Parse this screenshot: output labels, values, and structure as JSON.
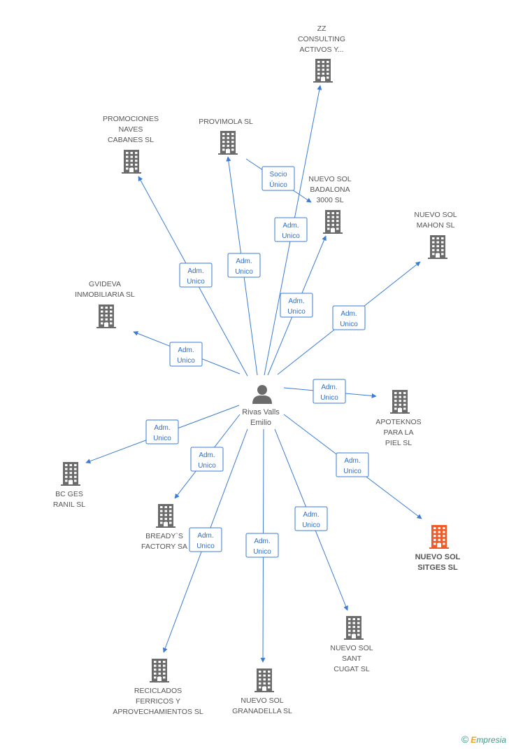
{
  "person": {
    "name_line1": "Rivas Valls",
    "name_line2": "Emilio",
    "icon": "person-icon"
  },
  "companies": [
    {
      "id": "zz",
      "lines": [
        "ZZ",
        "CONSULTING",
        "ACTIVOS Y..."
      ],
      "icon": "building-icon"
    },
    {
      "id": "promociones",
      "lines": [
        "PROMOCIONES",
        "NAVES",
        "CABANES SL"
      ],
      "icon": "building-icon"
    },
    {
      "id": "provimola",
      "lines": [
        "PROVIMOLA SL"
      ],
      "icon": "building-icon"
    },
    {
      "id": "badalona",
      "lines": [
        "NUEVO SOL",
        "BADALONA",
        "3000 SL"
      ],
      "icon": "building-icon"
    },
    {
      "id": "mahon",
      "lines": [
        "NUEVO SOL",
        "MAHON SL"
      ],
      "icon": "building-icon"
    },
    {
      "id": "gvideva",
      "lines": [
        "GVIDEVA",
        "INMOBILIARIA SL"
      ],
      "icon": "building-icon"
    },
    {
      "id": "apoteknos",
      "lines": [
        "APOTEKNOS",
        "PARA LA",
        "PIEL SL"
      ],
      "icon": "building-icon"
    },
    {
      "id": "bcges",
      "lines": [
        "BC GES",
        "RANIL SL"
      ],
      "icon": "building-icon"
    },
    {
      "id": "bready",
      "lines": [
        "BREADY`S",
        "FACTORY SA"
      ],
      "icon": "building-icon"
    },
    {
      "id": "sitges",
      "lines": [
        "NUEVO SOL",
        "SITGES SL"
      ],
      "icon": "building-icon",
      "highlight": true
    },
    {
      "id": "sant_cugat",
      "lines": [
        "NUEVO SOL",
        "SANT",
        "CUGAT SL"
      ],
      "icon": "building-icon"
    },
    {
      "id": "reciclados",
      "lines": [
        "RECICLADOS",
        "FERRICOS Y",
        "APROVECHAMIENTOS SL"
      ],
      "icon": "building-icon"
    },
    {
      "id": "granadella",
      "lines": [
        "NUEVO SOL",
        "GRANADELLA SL"
      ],
      "icon": "building-icon"
    }
  ],
  "relations": [
    {
      "to": "zz",
      "role": [
        "Adm.",
        "Unico"
      ]
    },
    {
      "to": "promociones",
      "role": [
        "Adm.",
        "Unico"
      ]
    },
    {
      "to": "provimola",
      "role": [
        "Adm.",
        "Unico"
      ]
    },
    {
      "to": "badalona",
      "role": [
        "Adm.",
        "Unico"
      ]
    },
    {
      "to": "mahon",
      "role": [
        "Adm.",
        "Unico"
      ]
    },
    {
      "to": "gvideva",
      "role": [
        "Adm.",
        "Unico"
      ]
    },
    {
      "to": "apoteknos",
      "role": [
        "Adm.",
        "Unico"
      ]
    },
    {
      "to": "bcges",
      "role": [
        "Adm.",
        "Unico"
      ]
    },
    {
      "to": "bready",
      "role": [
        "Adm.",
        "Unico"
      ]
    },
    {
      "to": "sitges",
      "role": [
        "Adm.",
        "Unico"
      ]
    },
    {
      "to": "sant_cugat",
      "role": [
        "Adm.",
        "Unico"
      ]
    },
    {
      "to": "reciclados",
      "role": [
        "Adm.",
        "Unico"
      ]
    },
    {
      "to": "granadella",
      "role": [
        "Adm.",
        "Unico"
      ]
    },
    {
      "from": "provimola",
      "to": "badalona",
      "role": [
        "Socio",
        "Único"
      ]
    }
  ],
  "footer": {
    "copyright": "©",
    "brand_first": "E",
    "brand_rest": "mpresia"
  },
  "colors": {
    "edge": "#3a7bd5",
    "building": "#6b6b6b",
    "highlight": "#f05a28"
  }
}
